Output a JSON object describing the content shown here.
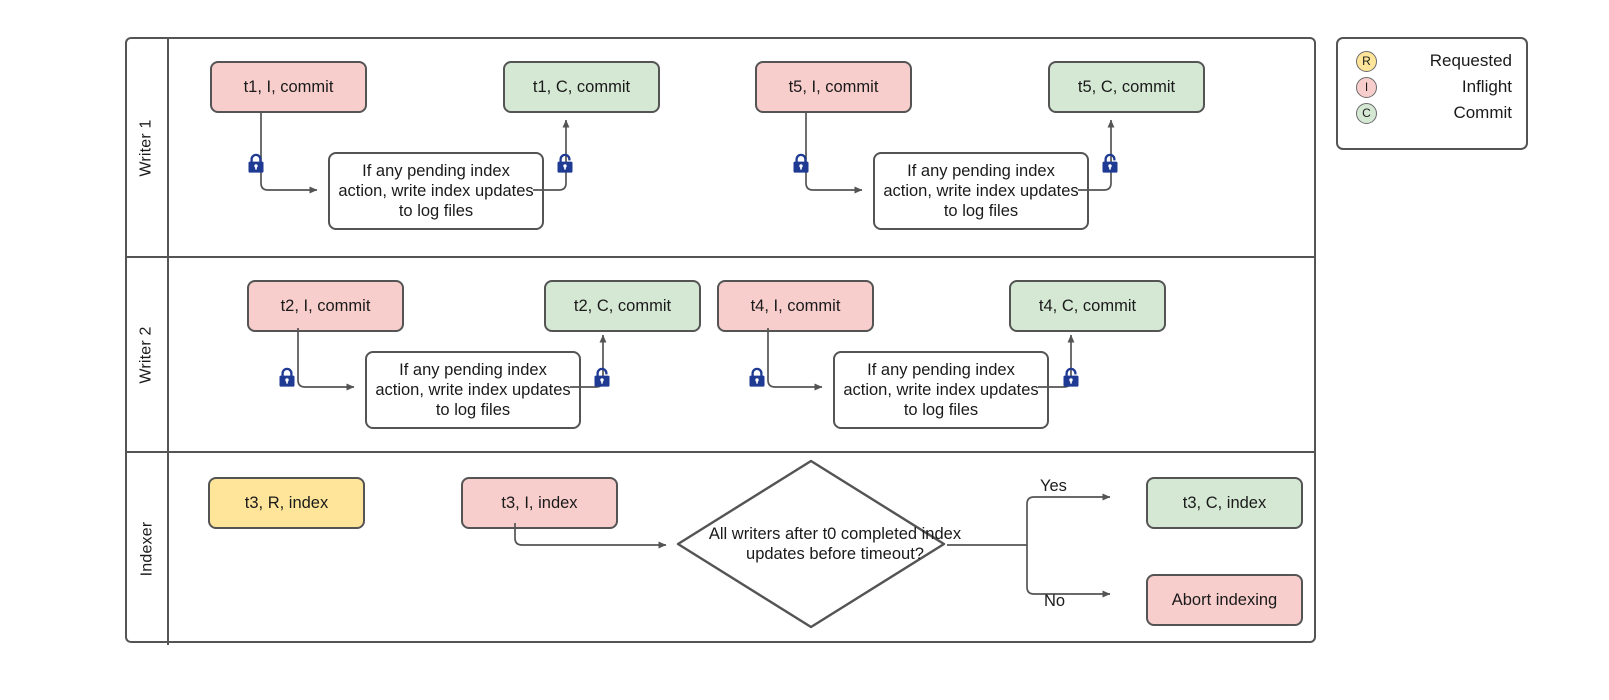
{
  "diagram": {
    "title": "Writer / Indexer coordination swimlane diagram",
    "colors": {
      "inflight": "#f8cecc",
      "commit": "#d5e8d4",
      "requested": "#ffe599",
      "stroke": "#545454",
      "lock": "#1f3a93"
    }
  },
  "lanes": [
    {
      "label": "Writer 1"
    },
    {
      "label": "Writer 2"
    },
    {
      "label": "Indexer"
    }
  ],
  "writer1": {
    "nodes": [
      {
        "id": "w1-t1-i",
        "label": "t1, I, commit",
        "state": "Inflight"
      },
      {
        "id": "w1-task-1",
        "label": "If any pending index action, write index updates to log files",
        "state": "task"
      },
      {
        "id": "w1-t1-c",
        "label": "t1, C, commit",
        "state": "Commit"
      },
      {
        "id": "w1-t5-i",
        "label": "t5, I, commit",
        "state": "Inflight"
      },
      {
        "id": "w1-task-2",
        "label": "If any pending index action, write index updates to log files",
        "state": "task"
      },
      {
        "id": "w1-t5-c",
        "label": "t5, C, commit",
        "state": "Commit"
      }
    ],
    "locks": [
      {
        "id": "w1-lock-closed-1",
        "icon": "lock-closed-icon"
      },
      {
        "id": "w1-lock-open-1",
        "icon": "lock-open-icon"
      },
      {
        "id": "w1-lock-closed-2",
        "icon": "lock-closed-icon"
      },
      {
        "id": "w1-lock-open-2",
        "icon": "lock-open-icon"
      }
    ]
  },
  "writer2": {
    "nodes": [
      {
        "id": "w2-t2-i",
        "label": "t2, I, commit",
        "state": "Inflight"
      },
      {
        "id": "w2-task-1",
        "label": "If any pending index action, write index updates to log files",
        "state": "task"
      },
      {
        "id": "w2-t2-c",
        "label": "t2, C, commit",
        "state": "Commit"
      },
      {
        "id": "w2-t4-i",
        "label": "t4, I, commit",
        "state": "Inflight"
      },
      {
        "id": "w2-task-2",
        "label": "If any pending index action, write index updates to log files",
        "state": "task"
      },
      {
        "id": "w2-t4-c",
        "label": "t4, C, commit",
        "state": "Commit"
      }
    ],
    "locks": [
      {
        "id": "w2-lock-closed-1",
        "icon": "lock-closed-icon"
      },
      {
        "id": "w2-lock-open-1",
        "icon": "lock-open-icon"
      },
      {
        "id": "w2-lock-closed-2",
        "icon": "lock-closed-icon"
      },
      {
        "id": "w2-lock-open-2",
        "icon": "lock-open-icon"
      }
    ]
  },
  "indexer": {
    "nodes": [
      {
        "id": "ix-t3-r",
        "label": "t3, R, index",
        "state": "Requested"
      },
      {
        "id": "ix-t3-i",
        "label": "t3, I, index",
        "state": "Inflight"
      },
      {
        "id": "ix-t3-c",
        "label": "t3, C, index",
        "state": "Commit"
      },
      {
        "id": "ix-abort",
        "label": "Abort indexing",
        "state": "Inflight"
      }
    ],
    "decision": {
      "id": "ix-decision",
      "label": "All writers after t0 completed index updates before timeout?"
    },
    "branches": [
      {
        "id": "branch-yes",
        "label": "Yes"
      },
      {
        "id": "branch-no",
        "label": "No"
      }
    ]
  },
  "legend": {
    "items": [
      {
        "badge": "R",
        "label": "Requested",
        "color": "#ffe599"
      },
      {
        "badge": "I",
        "label": "Inflight",
        "color": "#f8cecc"
      },
      {
        "badge": "C",
        "label": "Commit",
        "color": "#d5e8d4"
      }
    ]
  }
}
